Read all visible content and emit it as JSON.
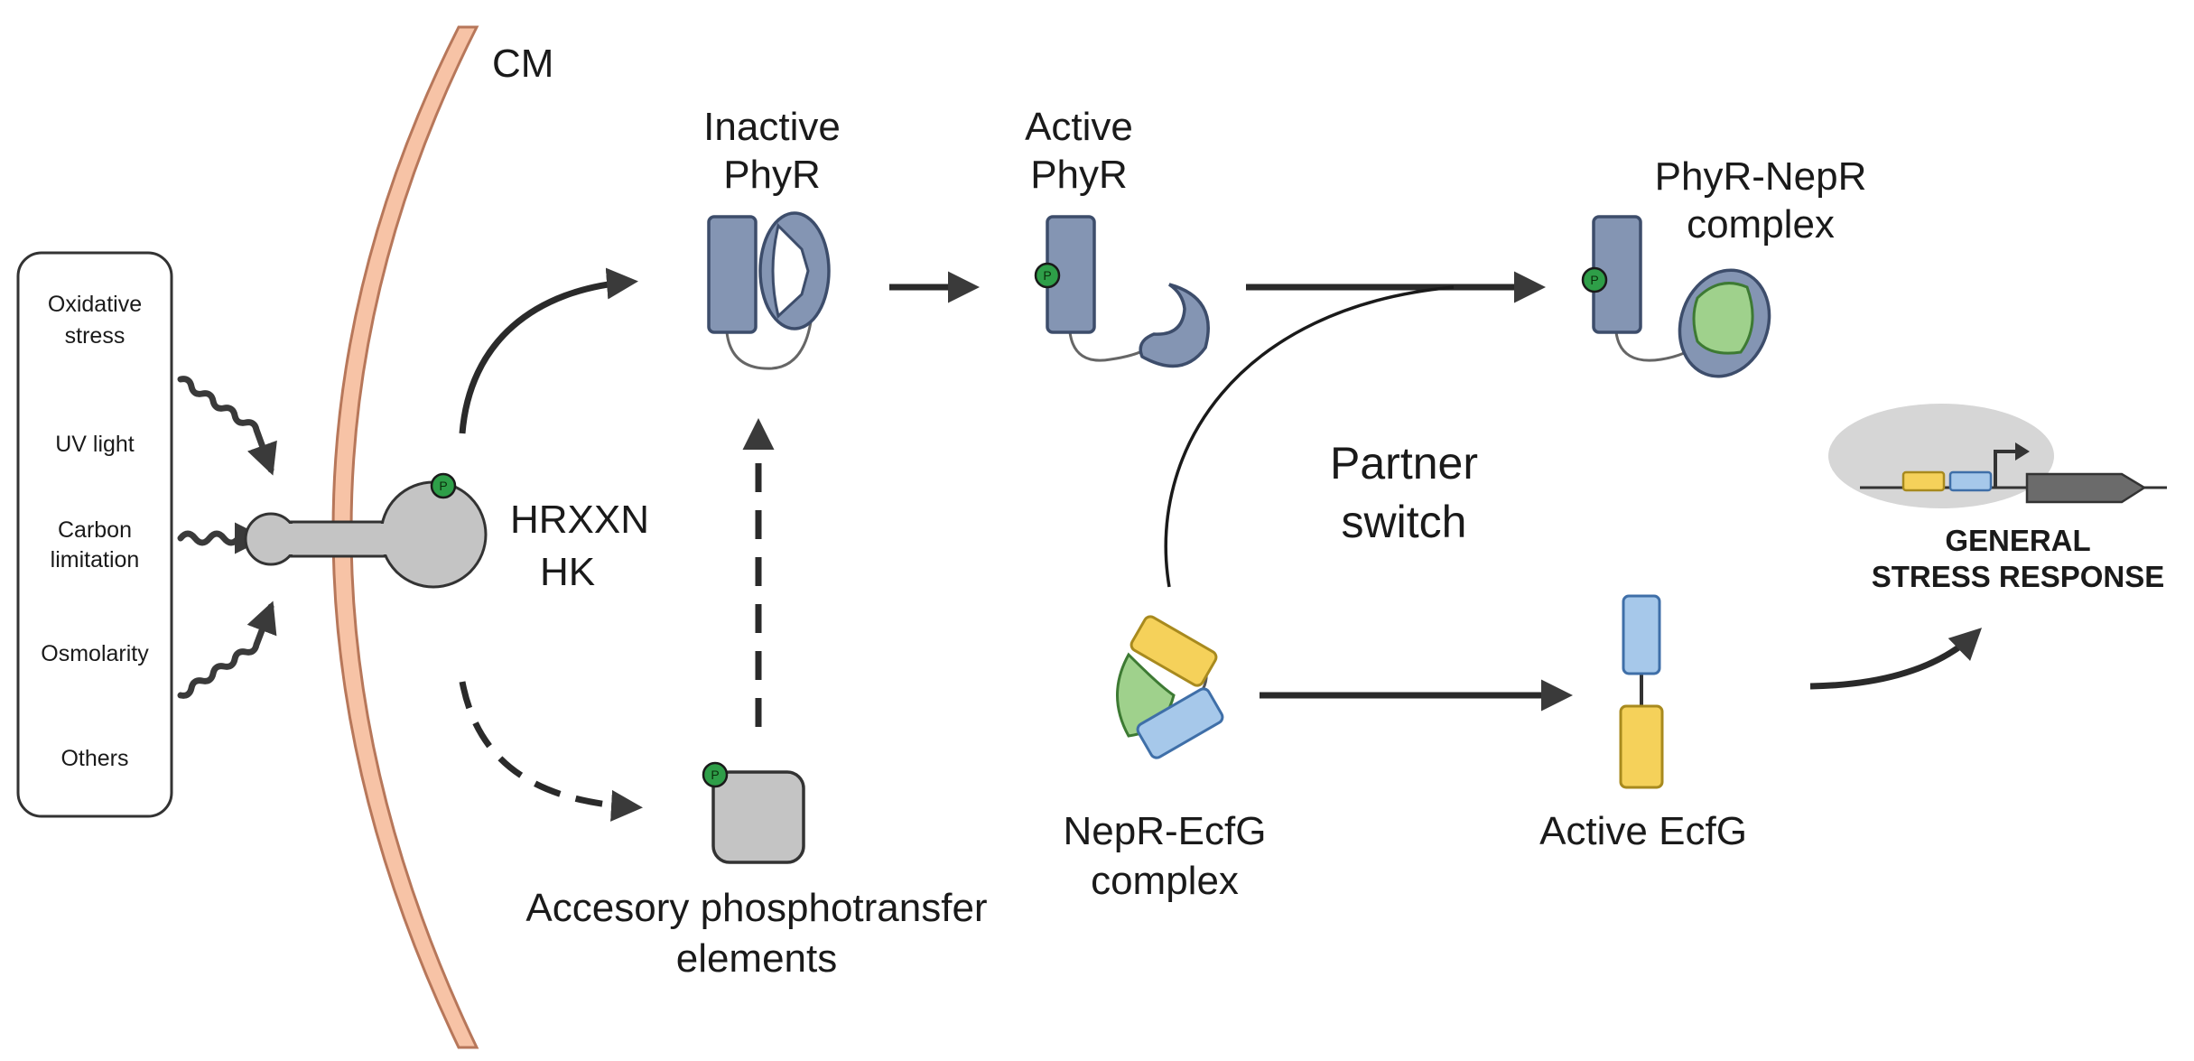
{
  "labels": {
    "membrane": "CM",
    "inactive_phyr": [
      "Inactive",
      "PhyR"
    ],
    "active_phyr": [
      "Active",
      "PhyR"
    ],
    "phyr_nepr_complex": [
      "PhyR-NepR",
      "complex"
    ],
    "kinase": [
      "HRXXN",
      "HK"
    ],
    "partner_switch": [
      "Partner",
      "switch"
    ],
    "nepr_ecfg_complex": [
      "NepR-EcfG",
      "complex"
    ],
    "active_ecfg": "Active EcfG",
    "accessory": [
      "Accesory phosphotransfer",
      "elements"
    ],
    "response": [
      "GENERAL",
      "STRESS RESPONSE"
    ],
    "phospho": "P"
  },
  "stimuli": [
    "Oxidative",
    "stress",
    "UV light",
    "Carbon",
    "limitation",
    "Osmolarity",
    "Others"
  ],
  "colors": {
    "membrane": "#f7c3a6",
    "membrane_edge": "#b7775a",
    "phyr": "#8495b3",
    "phyr_edge": "#3d4d6b",
    "grey_protein": "#c4c4c4",
    "phospho": "#2e9e48",
    "nepr": "#9fd18c",
    "ecfg_yellow": "#f5d15a",
    "ecfg_blue": "#a6c8ea",
    "arrow": "#3a3a3a"
  }
}
